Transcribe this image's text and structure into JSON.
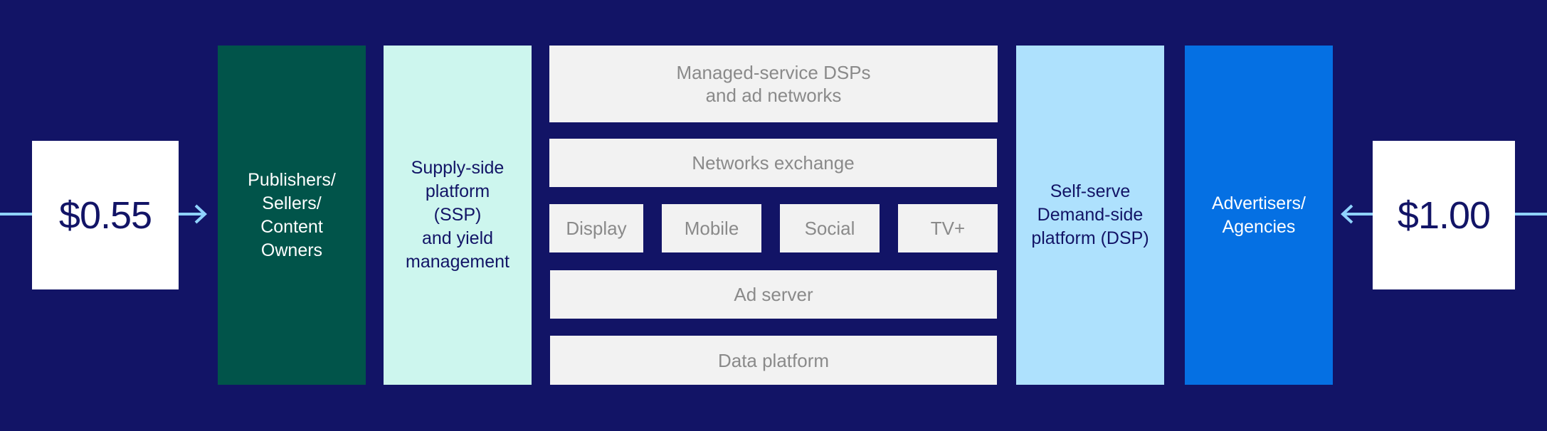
{
  "left_price": "$0.55",
  "right_price": "$1.00",
  "publishers": "Publishers/\nSellers/\nContent\nOwners",
  "ssp": "Supply-side\nplatform\n(SSP)\nand yield\nmanagement",
  "middle": {
    "managed": "Managed-service DSPs\nand ad networks",
    "exchange": "Networks exchange",
    "channels": [
      "Display",
      "Mobile",
      "Social",
      "TV+"
    ],
    "ad_server": "Ad server",
    "data_platform": "Data platform"
  },
  "dsp": "Self-serve\nDemand-side\nplatform (DSP)",
  "advertisers": "Advertisers/\nAgencies",
  "colors": {
    "background": "#121466",
    "publishers": "#01544a",
    "ssp": "#cdf6ee",
    "middle": "#f2f2f2",
    "dsp": "#aee1fd",
    "advertisers": "#0570e3",
    "arrow": "#8fd3ff"
  }
}
